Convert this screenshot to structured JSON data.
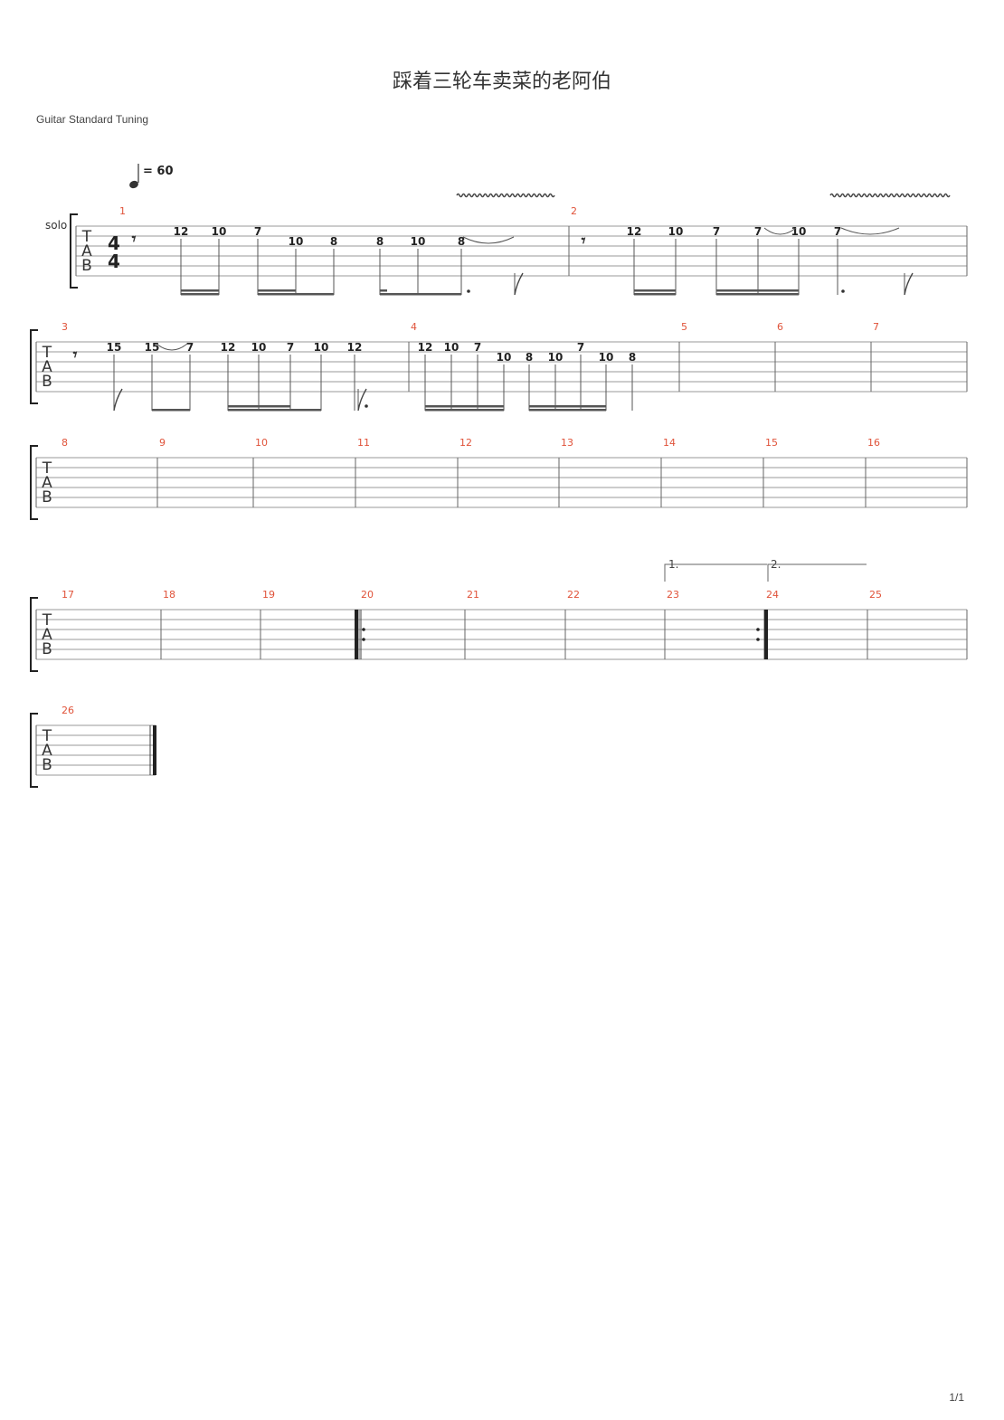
{
  "title": "踩着三轮车卖菜的老阿伯",
  "tuning": "Guitar Standard Tuning",
  "tempo": {
    "value": "= 60"
  },
  "track_label": "solo",
  "time_signature": {
    "top": "4",
    "bottom": "4"
  },
  "tab_letters": [
    "T",
    "A",
    "B"
  ],
  "page_number": "1/1",
  "systems": [
    {
      "measures": [
        {
          "number": "1",
          "notes": [
            {
              "fret": "12",
              "string": 2
            },
            {
              "fret": "10",
              "string": 2
            },
            {
              "fret": "7",
              "string": 2
            },
            {
              "fret": "10",
              "string": 3
            },
            {
              "fret": "8",
              "string": 3
            },
            {
              "fret": "8",
              "string": 3
            },
            {
              "fret": "10",
              "string": 3
            },
            {
              "fret": "8",
              "string": 3
            }
          ]
        },
        {
          "number": "2",
          "notes": [
            {
              "fret": "12",
              "string": 2
            },
            {
              "fret": "10",
              "string": 2
            },
            {
              "fret": "7",
              "string": 2
            },
            {
              "fret": "7",
              "string": 2
            },
            {
              "fret": "10",
              "string": 2
            },
            {
              "fret": "7",
              "string": 2
            }
          ]
        }
      ]
    },
    {
      "measures": [
        {
          "number": "3",
          "notes": [
            {
              "fret": "15",
              "string": 2
            },
            {
              "fret": "15",
              "string": 2
            },
            {
              "fret": "7",
              "string": 2
            },
            {
              "fret": "12",
              "string": 2
            },
            {
              "fret": "10",
              "string": 2
            },
            {
              "fret": "7",
              "string": 2
            },
            {
              "fret": "10",
              "string": 2
            },
            {
              "fret": "12",
              "string": 2
            }
          ]
        },
        {
          "number": "4",
          "notes": [
            {
              "fret": "12",
              "string": 2
            },
            {
              "fret": "10",
              "string": 2
            },
            {
              "fret": "7",
              "string": 2
            },
            {
              "fret": "10",
              "string": 3
            },
            {
              "fret": "8",
              "string": 3
            },
            {
              "fret": "10",
              "string": 3
            },
            {
              "fret": "7",
              "string": 2
            },
            {
              "fret": "10",
              "string": 3
            },
            {
              "fret": "8",
              "string": 3
            }
          ]
        },
        {
          "number": "5",
          "notes": []
        },
        {
          "number": "6",
          "notes": []
        },
        {
          "number": "7",
          "notes": []
        }
      ]
    },
    {
      "measures": [
        {
          "number": "8",
          "notes": []
        },
        {
          "number": "9",
          "notes": []
        },
        {
          "number": "10",
          "notes": []
        },
        {
          "number": "11",
          "notes": []
        },
        {
          "number": "12",
          "notes": []
        },
        {
          "number": "13",
          "notes": []
        },
        {
          "number": "14",
          "notes": []
        },
        {
          "number": "15",
          "notes": []
        },
        {
          "number": "16",
          "notes": []
        }
      ]
    },
    {
      "measures": [
        {
          "number": "17",
          "notes": []
        },
        {
          "number": "18",
          "notes": []
        },
        {
          "number": "19",
          "notes": []
        },
        {
          "number": "20",
          "notes": []
        },
        {
          "number": "21",
          "notes": []
        },
        {
          "number": "22",
          "notes": []
        },
        {
          "number": "23",
          "notes": []
        },
        {
          "number": "24",
          "notes": []
        },
        {
          "number": "25",
          "notes": []
        }
      ],
      "volta": [
        "1.",
        "2."
      ]
    },
    {
      "measures": [
        {
          "number": "26",
          "notes": []
        }
      ]
    }
  ]
}
